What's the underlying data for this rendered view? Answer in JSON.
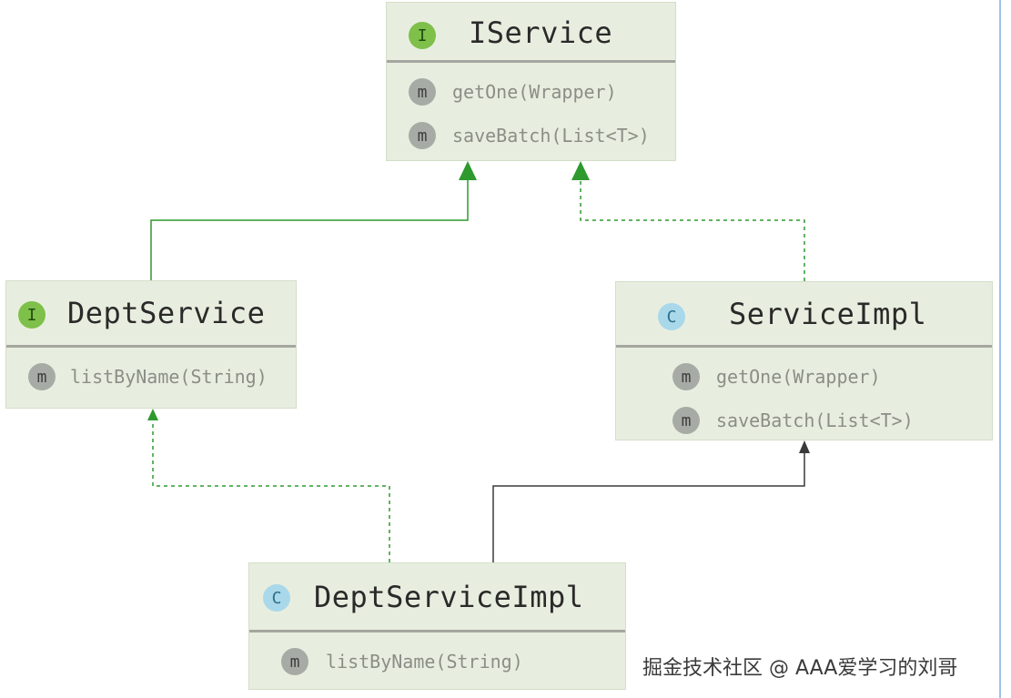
{
  "diagram": {
    "nodes": {
      "iservice": {
        "kind_badge": "I",
        "name": "IService",
        "methods": [
          {
            "badge": "m",
            "signature": "getOne(Wrapper)"
          },
          {
            "badge": "m",
            "signature": "saveBatch(List<T>)"
          }
        ]
      },
      "deptservice": {
        "kind_badge": "I",
        "name": "DeptService",
        "methods": [
          {
            "badge": "m",
            "signature": "listByName(String)"
          }
        ]
      },
      "serviceimpl": {
        "kind_badge": "C",
        "name": "ServiceImpl",
        "methods": [
          {
            "badge": "m",
            "signature": "getOne(Wrapper)"
          },
          {
            "badge": "m",
            "signature": "saveBatch(List<T>)"
          }
        ]
      },
      "deptserviceimpl": {
        "kind_badge": "C",
        "name": "DeptServiceImpl",
        "methods": [
          {
            "badge": "m",
            "signature": "listByName(String)"
          }
        ]
      }
    },
    "edges": [
      {
        "from": "DeptService",
        "to": "IService",
        "relation": "extends",
        "style": "solid-green"
      },
      {
        "from": "ServiceImpl",
        "to": "IService",
        "relation": "implements",
        "style": "dashed-green"
      },
      {
        "from": "DeptServiceImpl",
        "to": "DeptService",
        "relation": "implements",
        "style": "dashed-green"
      },
      {
        "from": "DeptServiceImpl",
        "to": "ServiceImpl",
        "relation": "extends",
        "style": "solid-dark"
      }
    ],
    "colors": {
      "node_fill": "#e8eedf",
      "interface_badge": "#7ec04a",
      "class_badge": "#a9d8ea",
      "method_badge": "#a7aba5",
      "green_edge": "#2e9a2e",
      "dark_edge": "#3a3a3a"
    }
  },
  "watermark": "掘金技术社区 @ AAA爱学习的刘哥"
}
